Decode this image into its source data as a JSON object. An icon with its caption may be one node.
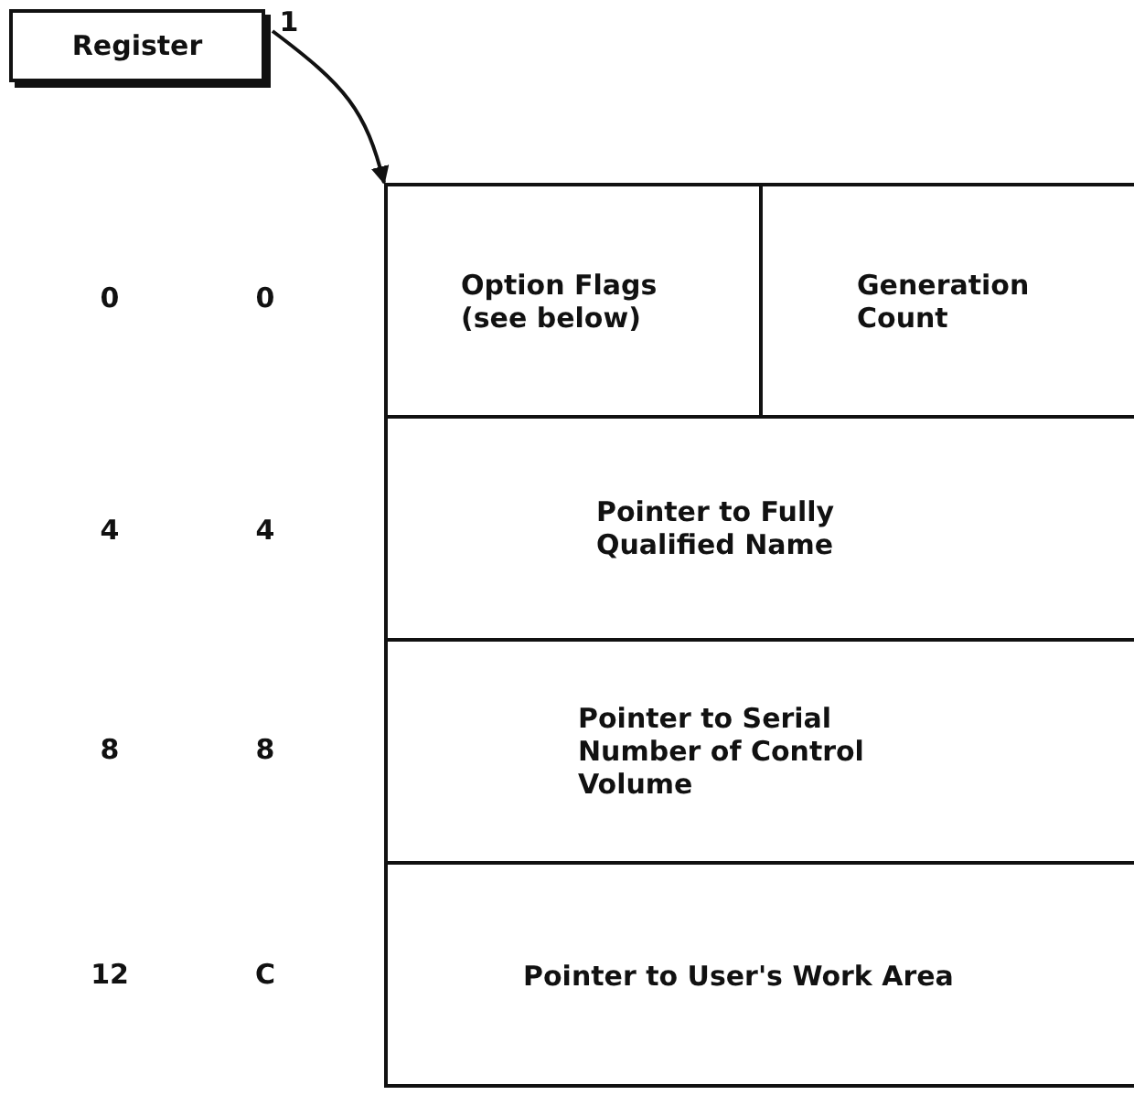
{
  "diagram": {
    "nodes": [
      {
        "text": [
          "Register"
        ]
      },
      {
        "text": [],
        "shape": "box"
      },
      {
        "text": [
          "Option Flags (see below)"
        ],
        "in": 1
      },
      {
        "text": [
          "Generation Count"
        ],
        "in": 1
      },
      {
        "text": [
          "Pointer to Fully Qualified Name"
        ],
        "in": 1
      },
      {
        "text": [
          "Pointer to Serial Number of Control Volume"
        ],
        "in": 1
      },
      {
        "text": [
          "Pointer to User's Work Area"
        ],
        "in": 1
      }
    ],
    "edges": [
      {
        "from": 0,
        "to": 1,
        "arrow": "to"
      }
    ],
    "labels": [
      "1",
      "0",
      "0",
      "4",
      "4",
      "8",
      "8",
      "12",
      "C"
    ]
  }
}
